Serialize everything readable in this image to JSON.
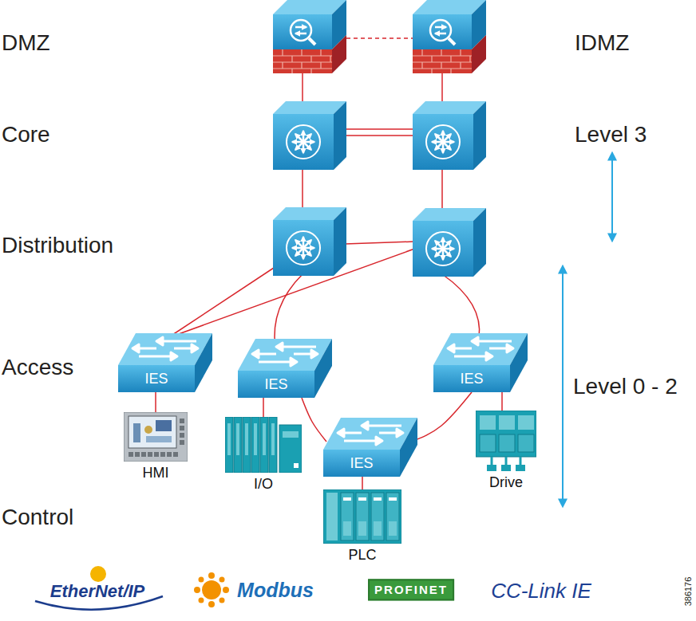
{
  "diagram": {
    "nodes": [
      {
        "text": [
          "IES"
        ]
      },
      {
        "text": [
          "IES"
        ]
      },
      {
        "text": [
          "IES"
        ]
      },
      {
        "text": [
          "HMI"
        ]
      },
      {
        "text": [
          "I/O"
        ]
      },
      {
        "text": [
          "IES"
        ]
      },
      {
        "text": [
          "Drive"
        ]
      },
      {
        "text": [
          "PLC"
        ]
      }
    ],
    "edges": [
      {
        "from": 0,
        "to": 3,
        "arrow": "none"
      },
      {
        "from": 1,
        "to": 4,
        "arrow": "none"
      },
      {
        "from": 2,
        "to": 6,
        "arrow": "none"
      },
      {
        "from": 5,
        "to": 7,
        "arrow": "none"
      },
      {
        "from": 1,
        "to": 5,
        "arrow": "none"
      },
      {
        "from": 5,
        "to": 2,
        "arrow": "none"
      }
    ],
    "labels": [
      "DMZ",
      "IDMZ",
      "Core",
      "Level 3",
      "Distribution",
      "Access",
      "Level 0 - 2",
      "Control",
      "EtherNet/IP",
      "Modbus",
      "PROFINET",
      "CC-Link IE",
      "386176"
    ]
  }
}
